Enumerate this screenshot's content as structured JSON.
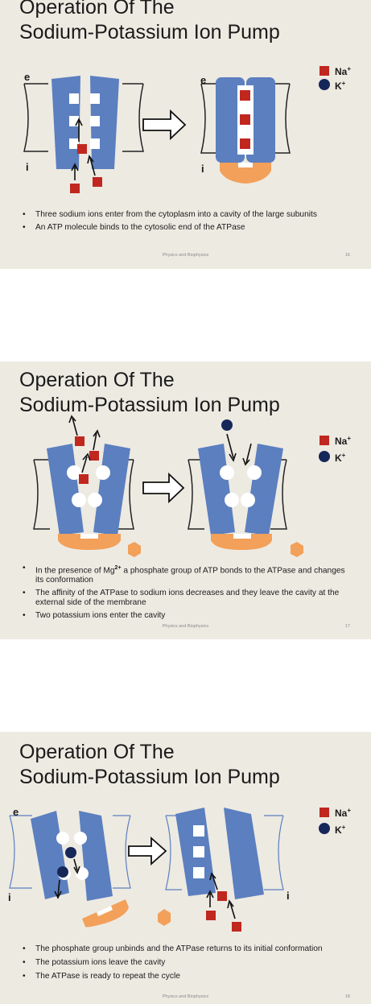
{
  "colors": {
    "slide_bg": "#edeae2",
    "protein": "#5b7fbf",
    "sodium": "#c0271f",
    "potassium": "#16275a",
    "atp": "#f2a05a"
  },
  "icons": [
    "arrow-right-hollow-icon",
    "sodium-ion-icon",
    "potassium-ion-icon"
  ],
  "legend": {
    "na": "Na",
    "na_sup": "+",
    "k": "K",
    "k_sup": "+"
  },
  "slides": [
    {
      "title_line1": "Operation Of The",
      "title_line2": "Sodium-Potassium Ion Pump",
      "label_e1": "e",
      "label_e2": "e",
      "label_i1": "i",
      "label_i2": "i",
      "bullets": [
        "Three sodium ions enter from the cytoplasm into a cavity of the large subunits",
        "An ATP molecule binds to the cytosolic end of the ATPase"
      ],
      "footer_source": "Physics and Biophysics",
      "page_number": "16"
    },
    {
      "title_line1": "Operation Of The",
      "title_line2": "Sodium-Potassium Ion Pump",
      "bullet1_prefix": "In the presence of Mg",
      "bullet1_sup": "2+",
      "bullet1_suffix": " a phosphate group of ATP bonds to the ATPase and changes its conformation",
      "bullet2": "The affinity of the ATPase to sodium ions decreases and they leave the cavity at the external side of the membrane",
      "bullet3": "Two potassium ions  enter the cavity",
      "footer_source": "Physics and Biophysics",
      "page_number": "17"
    },
    {
      "title_line1": "Operation Of The",
      "title_line2": "Sodium-Potassium Ion Pump",
      "label_e": "e",
      "label_i1": "i",
      "label_i2": "i",
      "bullets": [
        "The phosphate group unbinds and the ATPase returns to its initial conformation",
        "The potassium ions leave the cavity",
        "The ATPase is ready to repeat the cycle"
      ],
      "footer_source": "Physics and Biophysics",
      "page_number": "18"
    }
  ]
}
